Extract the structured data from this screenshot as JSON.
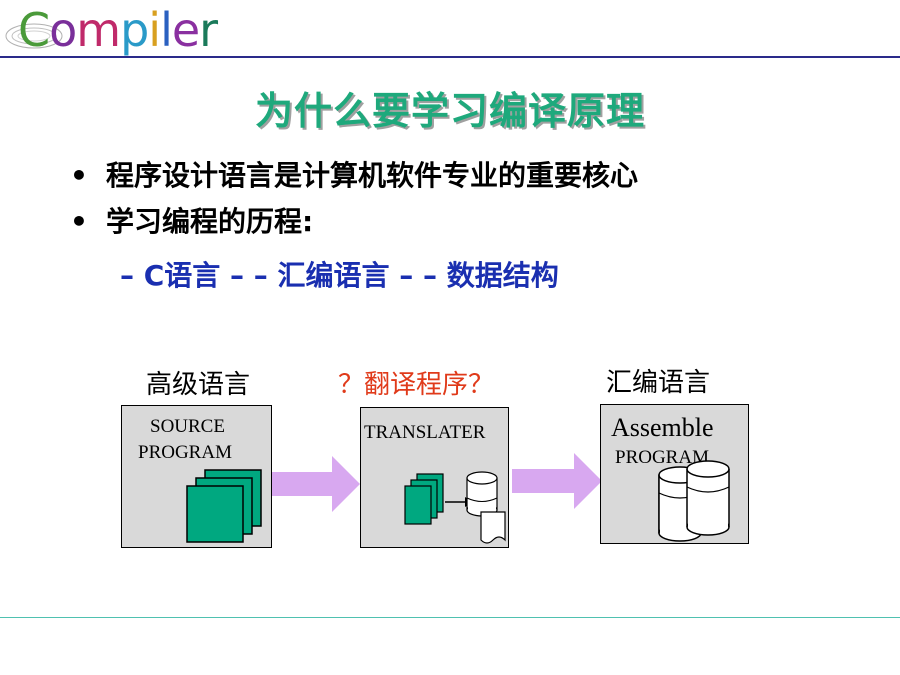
{
  "header": {
    "logo_text": "Compiler",
    "logo_letters": [
      "C",
      "o",
      "m",
      "p",
      "i",
      "l",
      "e",
      "r"
    ],
    "logo_colors": [
      "#4a9a3a",
      "#7a2f9a",
      "#c02a6a",
      "#2a9ac8",
      "#d8a020",
      "#2a60c0",
      "#8a30a0",
      "#1a7a5a"
    ]
  },
  "title": "为什么要学习编译原理",
  "bullets": [
    {
      "marker": "•",
      "text": "程序设计语言是计算机软件专业的重要核心"
    },
    {
      "marker": "•",
      "text": "学习编程的历程:"
    }
  ],
  "sub_bullet": "– C语言 – – 汇编语言 – – 数据结构",
  "diagram": {
    "label_high": "高级语言",
    "label_translator": "？翻译程序？",
    "label_asm": "汇编语言",
    "source_box": {
      "line1": "SOURCE",
      "line2": "PROGRAM"
    },
    "translator_box": {
      "line1": "TRANSLATER"
    },
    "target_box": {
      "line1": "Assemble",
      "line2": "PROGRAM"
    }
  },
  "colors": {
    "title": "#1ea97c",
    "sub_bullet": "#1a2fb0",
    "translator_label": "#e03a1a",
    "doc_green": "#00a880",
    "arrow": "#d8a8f0"
  }
}
